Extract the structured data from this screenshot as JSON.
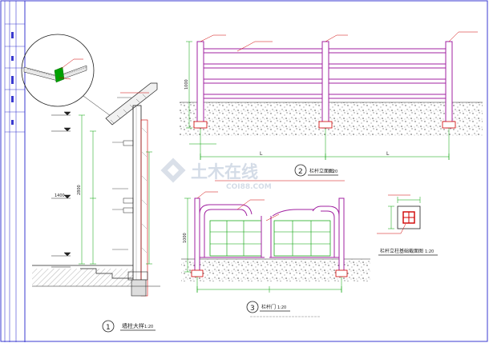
{
  "watermark": {
    "line1": "土木在线",
    "line2": "COI88.COM"
  },
  "details": {
    "wall_column": {
      "number": "1",
      "title": "墙柱大样",
      "scale": "1:20"
    },
    "fence_elevation": {
      "number": "2",
      "title": "栏杆立面图",
      "scale": "1:20"
    },
    "gate": {
      "number": "3",
      "title": "栏杆门",
      "scale": "1:20"
    },
    "column_base": {
      "title": "栏杆立柱基础截面图",
      "scale": "1:20"
    }
  },
  "dimensions": {
    "span_left": "L",
    "span_right": "L",
    "elevation_height": "1000",
    "gate_height": "1000",
    "wall_total": "2800",
    "wall_upper": "1400"
  },
  "colors": {
    "rail": "#a020a0",
    "post": "#a020a0",
    "dimension": "#00a000",
    "leader": "#d00000",
    "gravel": "#555555",
    "wall": "#222222"
  }
}
